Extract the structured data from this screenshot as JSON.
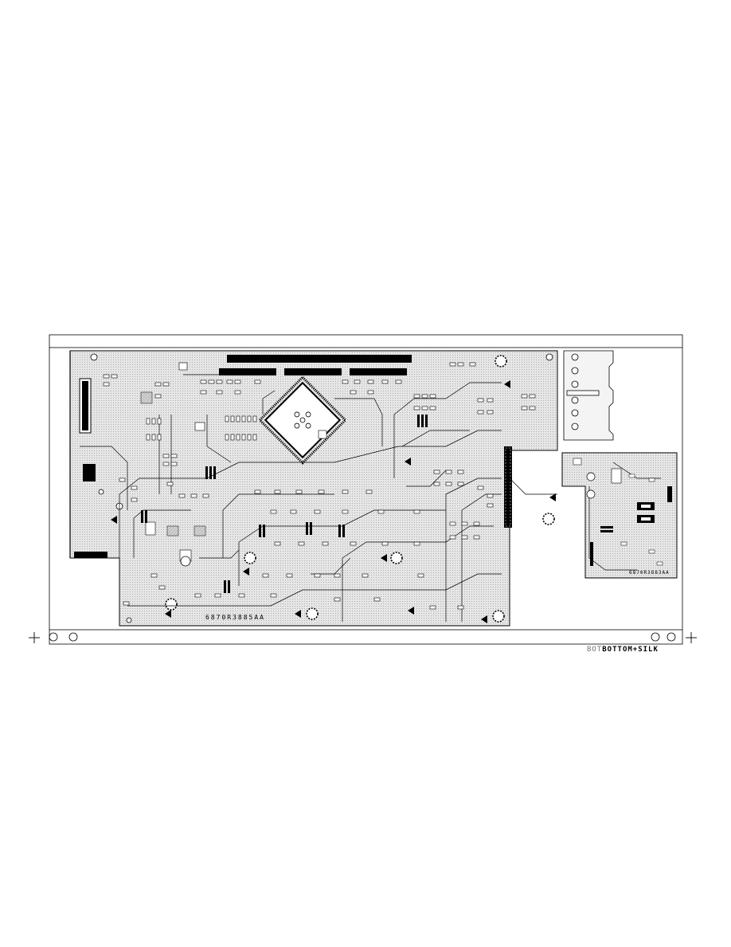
{
  "board": {
    "main_part_number": "6870R3885AA",
    "sub_part_number": "6870R3883AA",
    "layer_label_prefix": "BOT",
    "layer_label": "BOTTOM+SILK"
  },
  "colors": {
    "trace": "#000000",
    "board_fill": "#dcdcdc",
    "background": "#ffffff",
    "copper_fill": "#ffffff"
  }
}
